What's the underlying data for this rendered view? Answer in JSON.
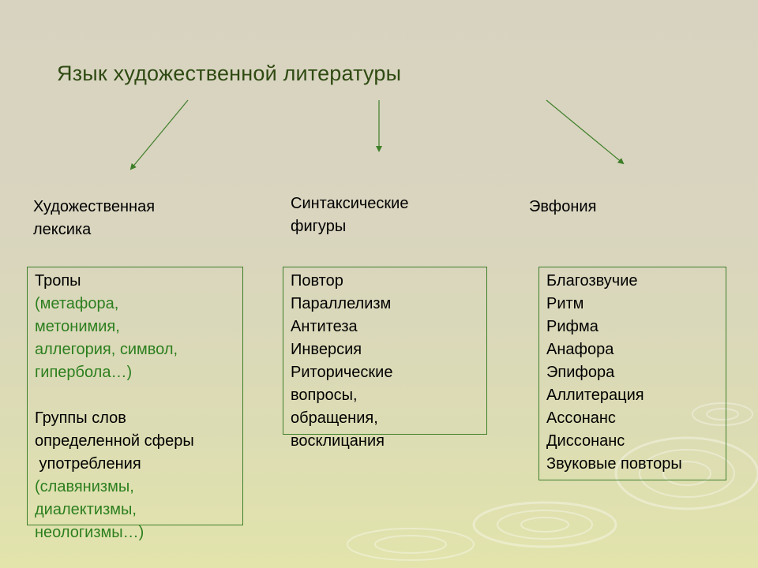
{
  "title": "Язык художественной литературы",
  "colors": {
    "title": "#2f4a12",
    "accent_green": "#2c7f1e",
    "box_border": "#3f7f2a",
    "arrow": "#3f7f2a"
  },
  "columns": [
    {
      "heading": [
        "Художественная",
        "лексика"
      ],
      "box": {
        "tropes_label": "Тропы",
        "tropes_examples": [
          "(метафора,",
          "метонимия,"
        ],
        "tropes_row": [
          "аллегория,",
          "символ,"
        ],
        "tropes_last": "гипербола…)",
        "groups_label": [
          "Группы слов",
          "определенной сферы",
          " употребления"
        ],
        "groups_examples": [
          "(славянизмы,",
          "диалектизмы,",
          "неологизмы…)"
        ]
      }
    },
    {
      "heading": [
        "Синтаксические",
        "фигуры"
      ],
      "box": {
        "items": [
          "Повтор",
          "Параллелизм",
          "Антитеза",
          "Инверсия",
          "Риторические",
          "вопросы,",
          "обращения,",
          "восклицания"
        ]
      }
    },
    {
      "heading": [
        "Эвфония"
      ],
      "box": {
        "items": [
          "Благозвучие",
          "Ритм",
          "Рифма",
          "Анафора",
          "Эпифора",
          "Аллитерация",
          "Ассонанс",
          "Диссонанс",
          "Звуковые повторы"
        ]
      }
    }
  ]
}
